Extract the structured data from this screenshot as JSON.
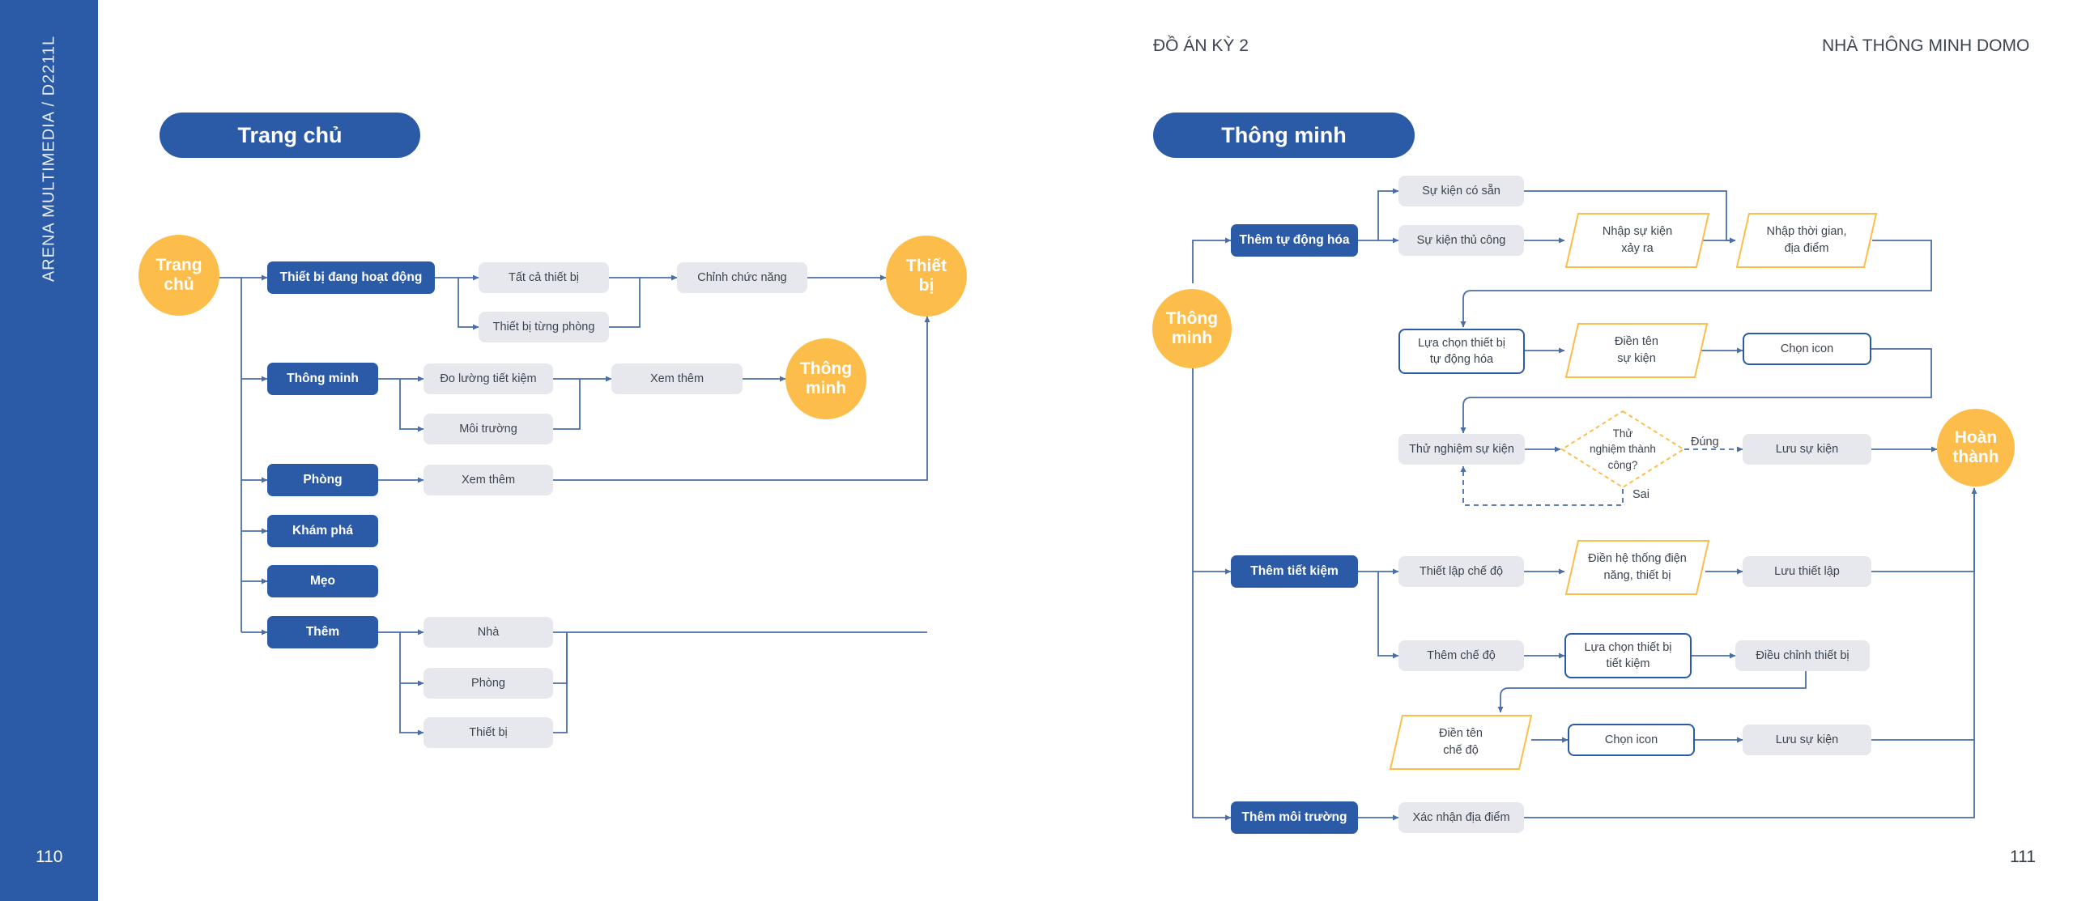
{
  "sidebar": {
    "vertical_text": "ARENA MULTIMEDIA / D2211L",
    "page_left": "110"
  },
  "header": {
    "left": "ĐỒ ÁN KỲ 2",
    "right": "NHÀ THÔNG MINH DOMO"
  },
  "page_right": "111",
  "left_diagram": {
    "title": "Trang chủ",
    "root": "Trang\nchủ",
    "branches": {
      "active_devices": "Thiết bị đang hoạt động",
      "smart": "Thông minh",
      "rooms": "Phòng",
      "explore": "Khám phá",
      "tips": "Mẹo",
      "more": "Thêm"
    },
    "nodes": {
      "all_devices": "Tất cả thiết bị",
      "devices_by_room": "Thiết bị từng phòng",
      "adjust_function": "Chỉnh chức năng",
      "measure_saving": "Đo lường tiết kiệm",
      "environment": "Môi trường",
      "see_more_1": "Xem thêm",
      "see_more_2": "Xem thêm",
      "home": "Nhà",
      "room": "Phòng",
      "device": "Thiết bị"
    },
    "ends": {
      "device": "Thiết\nbị",
      "smart": "Thông\nminh"
    }
  },
  "right_diagram": {
    "title": "Thông minh",
    "root": "Thông\nminh",
    "end": "Hoàn\nthành",
    "branches": {
      "add_automation": "Thêm tự động hóa",
      "add_saving": "Thêm tiết kiệm",
      "add_environment": "Thêm môi trường"
    },
    "nodes": {
      "preset_event": "Sự kiện có sẵn",
      "manual_event": "Sự kiện thủ công",
      "input_event": "Nhập sự kiện\nxảy ra",
      "input_time_place": "Nhập thời gian,\nđịa điểm",
      "choose_auto_device": "Lựa chọn thiết bị\ntự động hóa",
      "enter_event_name": "Điền tên\nsự kiện",
      "choose_icon_1": "Chọn icon",
      "test_event": "Thử nghiệm sự kiện",
      "decision": "Thử\nnghiệm thành\ncông?",
      "yes": "Đúng",
      "no": "Sai",
      "save_event_1": "Lưu sự kiện",
      "setup_mode": "Thiết lập chế độ",
      "fill_power_system": "Điền hệ thống điện\nnăng, thiết bị",
      "save_setup": "Lưu thiết lập",
      "add_mode": "Thêm chế độ",
      "choose_saving_device": "Lựa chọn thiết bị\ntiết kiệm",
      "adjust_device": "Điều chỉnh thiết bị",
      "enter_mode_name": "Điền tên\nchế độ",
      "choose_icon_2": "Chọn icon",
      "save_event_2": "Lưu sự kiện",
      "confirm_location": "Xác nhận địa điểm"
    }
  },
  "colors": {
    "primary": "#2b5ba6",
    "accent": "#fcbd4b",
    "node_gray": "#e6e8ee",
    "line": "#4a6fa8",
    "text": "#3c4450"
  }
}
